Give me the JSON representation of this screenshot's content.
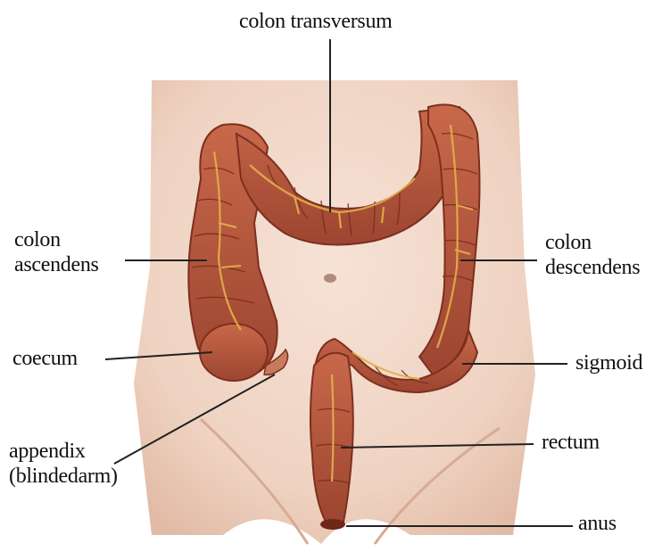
{
  "labels": {
    "transversum": "colon transversum",
    "ascendens_1": "colon",
    "ascendens_2": "ascendens",
    "descendens_1": "colon",
    "descendens_2": "descendens",
    "coecum": "coecum",
    "sigmoid": "sigmoid",
    "appendix_1": "appendix",
    "appendix_2": "(blindedarm)",
    "rectum": "rectum",
    "anus": "anus"
  },
  "colors": {
    "skin": "#f1d6c6",
    "colon": "#b85a3e",
    "colon_dark": "#7d2f1f",
    "vessel": "#e3b04b",
    "leader_line": "#222222"
  }
}
